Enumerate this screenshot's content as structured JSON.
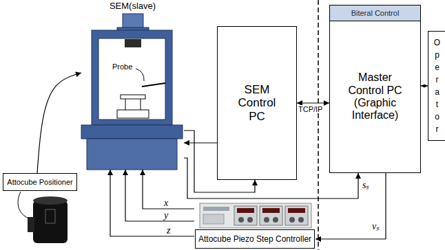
{
  "diagram": {
    "nodes": [
      {
        "text": [
          "SEM(slave)"
        ]
      },
      {
        "text": [
          "Attocube Positioner"
        ]
      },
      {
        "text": [
          "SEM Control PC"
        ]
      },
      {
        "text": [
          "Master Control PC (Graphic Interface)"
        ]
      },
      {
        "text": [
          "Biteral Control"
        ],
        "in": 3
      },
      {
        "text": [
          "Operator"
        ]
      },
      {
        "text": [
          "Attocube Piezo Step Controller"
        ]
      }
    ],
    "edges": [
      {
        "from": 1,
        "to": 0,
        "arrow": "to"
      },
      {
        "from": 2,
        "to": 0,
        "arrow": "to"
      },
      {
        "from": 2,
        "to": 3,
        "label": "TCP/IP",
        "arrow": "both"
      },
      {
        "from": 3,
        "to": 5,
        "arrow": "both"
      },
      {
        "from": 0,
        "to": 2,
        "arrow": "to"
      },
      {
        "from": 0,
        "to": 3,
        "label": "sₛ",
        "arrow": "to"
      },
      {
        "from": 3,
        "to": 6,
        "label": "vₛ",
        "arrow": "to"
      },
      {
        "from": 6,
        "to": 0,
        "label": "x",
        "arrow": "to"
      },
      {
        "from": 6,
        "to": 0,
        "label": "y",
        "arrow": "to"
      },
      {
        "from": 6,
        "to": 0,
        "label": "z",
        "arrow": "to"
      }
    ],
    "labels": [
      "Probe"
    ]
  }
}
